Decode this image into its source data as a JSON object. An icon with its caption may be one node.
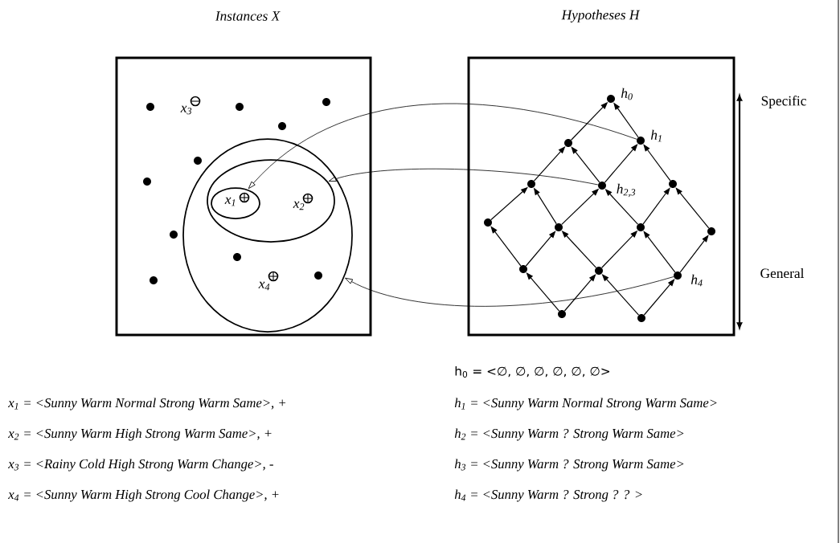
{
  "diagram": {
    "nodes": [
      {
        "text": [
          "Instances X"
        ]
      },
      {
        "text": [
          "Hypotheses H"
        ]
      },
      {
        "text": [],
        "shape": "ellipse",
        "in": 0
      },
      {
        "text": [],
        "shape": "ellipse",
        "in": 2
      },
      {
        "text": [],
        "shape": "ellipse",
        "in": 3
      },
      {
        "text": [],
        "shape": "circle",
        "in": 1,
        "beside": [
          "h$_{0}$"
        ]
      },
      {
        "text": [],
        "shape": "circle",
        "in": 1
      },
      {
        "text": [],
        "shape": "circle",
        "in": 1,
        "beside": [
          "h$_{1}$"
        ]
      },
      {
        "text": [],
        "shape": "circle",
        "in": 1
      },
      {
        "text": [],
        "shape": "circle",
        "in": 1,
        "beside": [
          "h$_{2,3}$"
        ]
      },
      {
        "text": [],
        "shape": "circle",
        "in": 1
      },
      {
        "text": [],
        "shape": "circle",
        "in": 1
      },
      {
        "text": [],
        "shape": "circle",
        "in": 1
      },
      {
        "text": [],
        "shape": "circle",
        "in": 1
      },
      {
        "text": [],
        "shape": "circle",
        "in": 1
      },
      {
        "text": [],
        "shape": "circle",
        "in": 1
      },
      {
        "text": [],
        "shape": "circle",
        "in": 1
      },
      {
        "text": [],
        "shape": "circle",
        "in": 1,
        "beside": [
          "h$_{4}$"
        ]
      },
      {
        "text": [],
        "shape": "circle",
        "in": 1
      },
      {
        "text": [],
        "shape": "circle",
        "in": 1
      }
    ],
    "edges": [
      {
        "from": 6,
        "to": 5,
        "arrow": "to"
      },
      {
        "from": 7,
        "to": 5,
        "arrow": "to"
      },
      {
        "from": 8,
        "to": 6,
        "arrow": "to"
      },
      {
        "from": 9,
        "to": 6,
        "arrow": "to"
      },
      {
        "from": 9,
        "to": 7,
        "arrow": "to"
      },
      {
        "from": 10,
        "to": 7,
        "arrow": "to"
      },
      {
        "from": 11,
        "to": 8,
        "arrow": "to"
      },
      {
        "from": 12,
        "to": 8,
        "arrow": "to"
      },
      {
        "from": 12,
        "to": 9,
        "arrow": "to"
      },
      {
        "from": 13,
        "to": 9,
        "arrow": "to"
      },
      {
        "from": 13,
        "to": 10,
        "arrow": "to"
      },
      {
        "from": 14,
        "to": 10,
        "arrow": "to"
      },
      {
        "from": 15,
        "to": 11,
        "arrow": "to"
      },
      {
        "from": 15,
        "to": 12,
        "arrow": "to"
      },
      {
        "from": 16,
        "to": 12,
        "arrow": "to"
      },
      {
        "from": 16,
        "to": 13,
        "arrow": "to"
      },
      {
        "from": 17,
        "to": 13,
        "arrow": "to"
      },
      {
        "from": 17,
        "to": 14,
        "arrow": "to"
      },
      {
        "from": 18,
        "to": 15,
        "arrow": "to"
      },
      {
        "from": 18,
        "to": 16,
        "arrow": "to"
      },
      {
        "from": 19,
        "to": 16,
        "arrow": "to"
      },
      {
        "from": 19,
        "to": 17,
        "arrow": "to"
      },
      {
        "from": 7,
        "to": 4,
        "arrow": "to"
      },
      {
        "from": 9,
        "to": 3,
        "arrow": "to"
      },
      {
        "from": 17,
        "to": 2,
        "arrow": "to"
      }
    ],
    "labels": [
      "x$_{3}$",
      "x$_{1}$",
      "x$_{2}$",
      "x$_{4}$",
      "Specific",
      "General",
      "h$_{0}$ = <∅, ∅, ∅,  ∅, ∅, ∅>",
      "x$_{1}$ = <Sunny Warm Normal Strong Warm Same>, +",
      "h$_{1}$ = <Sunny Warm Normal Strong Warm Same>",
      "x$_{2}$ = <Sunny Warm High  Strong Warm Same>, +",
      "h$_{2}$ = <Sunny Warm  ?  Strong Warm Same>",
      "x$_{3}$ = <Rainy Cold High Strong Warm Change>, -",
      "h$_{3}$ = <Sunny Warm ? Strong Warm Same>",
      "x$_{4}$ = <Sunny Warm High Strong Cool Change>, +",
      "h$_{4}$ = <Sunny Warm  ?  Strong  ?  ? >"
    ]
  }
}
